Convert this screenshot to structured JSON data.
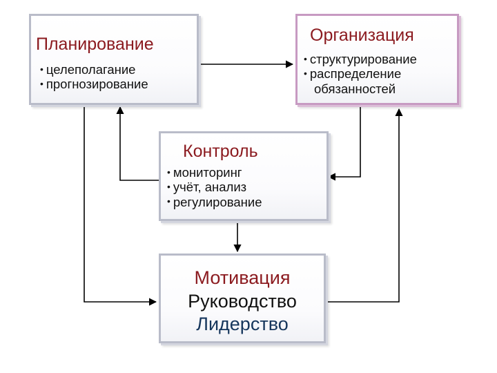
{
  "planning": {
    "title": "Планирование",
    "items": [
      "целеполагание",
      "прогнозирование"
    ]
  },
  "organization": {
    "title": "Организация",
    "items": [
      "структурирование",
      "распределение"
    ],
    "item_continuation": "обязанностей"
  },
  "control": {
    "title": "Контроль",
    "items": [
      "мониторинг",
      "учёт, анализ",
      "регулирование"
    ]
  },
  "motivation": {
    "lines": [
      "Мотивация",
      "Руководство",
      "Лидерство"
    ]
  },
  "colors": {
    "title_red": "#8b1a1f",
    "leadership_blue": "#16365c",
    "box_border": "#b9bcc9",
    "org_border": "#c79ac2"
  }
}
